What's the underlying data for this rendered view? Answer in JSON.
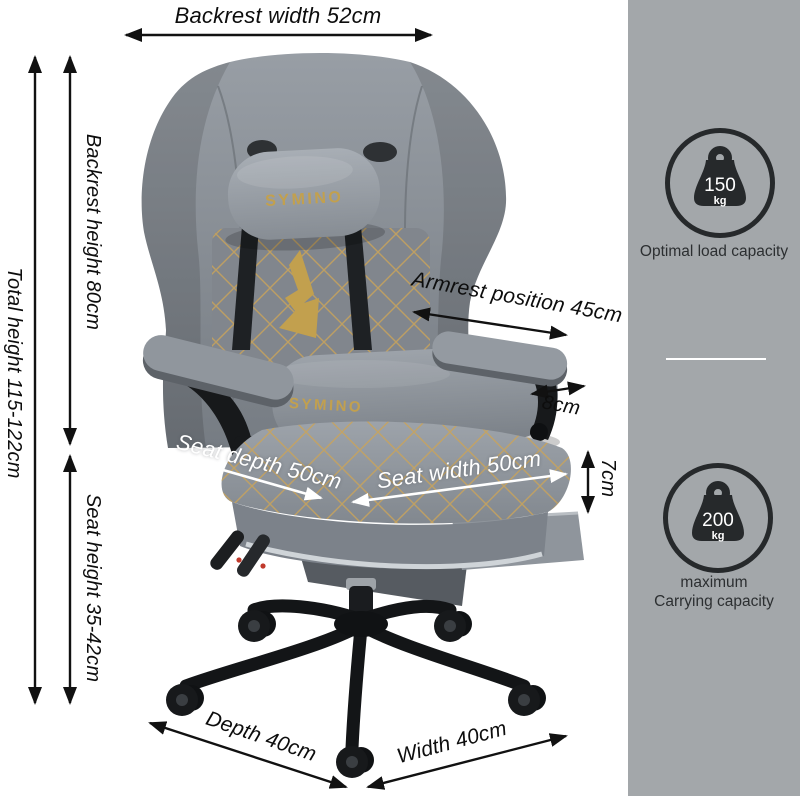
{
  "product": {
    "brand_headrest": "SYMINO",
    "brand_lumbar": "SYMINO"
  },
  "annotations": {
    "backrest_width": {
      "label": "Backrest width 52cm"
    },
    "total_height": {
      "label": "Total height 115-122cm"
    },
    "backrest_height": {
      "label": "Backrest height 80cm"
    },
    "seat_height": {
      "label": "Seat height 35-42cm"
    },
    "armrest_position": {
      "label": "Armrest position 45cm"
    },
    "armrest_depth": {
      "label": "8cm"
    },
    "seat_depth": {
      "label": "Seat depth 50cm"
    },
    "seat_width": {
      "label": "Seat width 50cm"
    },
    "cushion_thickness": {
      "label": "7cm"
    },
    "base_depth": {
      "label": "Depth 40cm"
    },
    "base_width": {
      "label": "Width 40cm"
    }
  },
  "capacity_panel": {
    "badges": [
      {
        "value": "150",
        "unit": "kg",
        "caption": [
          "Optimal load capacity"
        ]
      },
      {
        "value": "200",
        "unit": "kg",
        "caption": [
          "maximum",
          "Carrying capacity"
        ]
      }
    ]
  },
  "icons": {
    "capacity_badge": "weight-kettlebell-icon"
  },
  "colors": {
    "panel_bg": "#a3a7aa",
    "badge_dark": "#26292b",
    "chair_gray": "#8e939a",
    "stitch_gold": "#c2a04e",
    "arrow_black": "#111111",
    "arrow_white": "#ffffff"
  }
}
